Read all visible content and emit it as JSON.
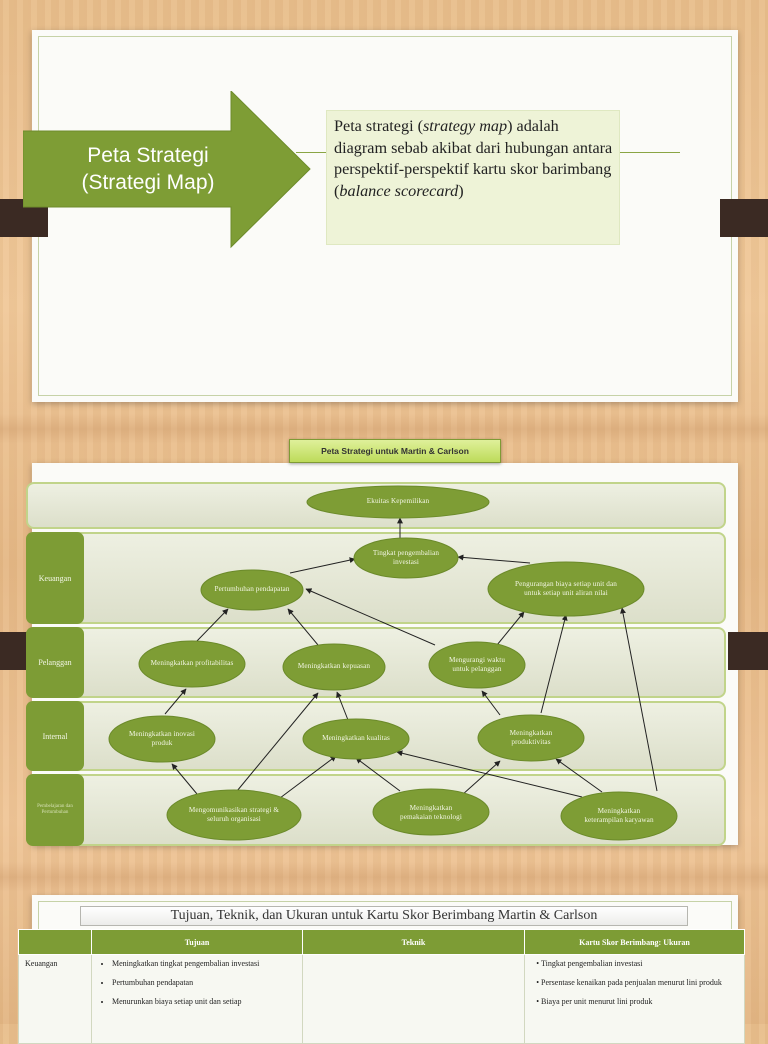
{
  "slide1": {
    "arrow_line1": "Peta Strategi",
    "arrow_line2": "(Strategi Map)",
    "callout_1": "Peta strategi (",
    "callout_term1": "strategy map",
    "callout_2": ") adalah diagram sebab akibat dari hubungan antara perspektif-perspektif kartu skor barimbang (",
    "callout_term2": "balance scorecard",
    "callout_3": ")"
  },
  "slide2": {
    "title": "Peta Strategi untuk Martin & Carlson",
    "perspectives": {
      "keuangan": "Keuangan",
      "pelanggan": "Pelanggan",
      "internal": "Internal",
      "pembelajaran": "Pembelajaran dan Pertumbuhan"
    },
    "nodes": {
      "ekuitas": "Ekuitas Kepemilikan",
      "tingkat": "Tingkat pengembalian investasi",
      "pertumbuhan": "Pertumbuhan pendapatan",
      "pengurangan": "Pengurangan biaya setiap unit dan untuk setiap unit aliran nilai",
      "profitabilitas": "Meningkatkan profitabilitas",
      "kepuasan": "Meningkatkan kepuasan",
      "waktu": "Mengurangi waktu untuk pelanggan",
      "inovasi": "Meningkatkan inovasi produk",
      "kualitas": "Meningkatkan kualitas",
      "produktivitas": "Meningkatkan produktivitas",
      "komunikasi": "Mengomunikasikan strategi & seluruh organisasi",
      "teknologi": "Meningkatkan pemakaian teknologi",
      "keterampilan": "Meningkatkan keterampilan karyawan"
    }
  },
  "slide3": {
    "title": "Tujuan, Teknik, dan Ukuran untuk Kartu Skor Berimbang Martin & Carlson",
    "headers": [
      "",
      "Tujuan",
      "Teknik",
      "Kartu Skor Berimbang: Ukuran"
    ],
    "row1_label": "Keuangan",
    "tujuan": [
      "Meningkatkan tingkat pengembalian investasi",
      "Pertumbuhan pendapatan",
      "Menurunkan biaya setiap unit dan setiap"
    ],
    "ukuran": [
      "Tingkat pengembalian investasi",
      "Persentase kenaikan pada penjualan menurut lini produk",
      "Biaya per unit menurut lini produk"
    ]
  },
  "colors": {
    "accent": "#7d9c35",
    "node": "#7e9d35",
    "tab": "#3b2a23"
  }
}
